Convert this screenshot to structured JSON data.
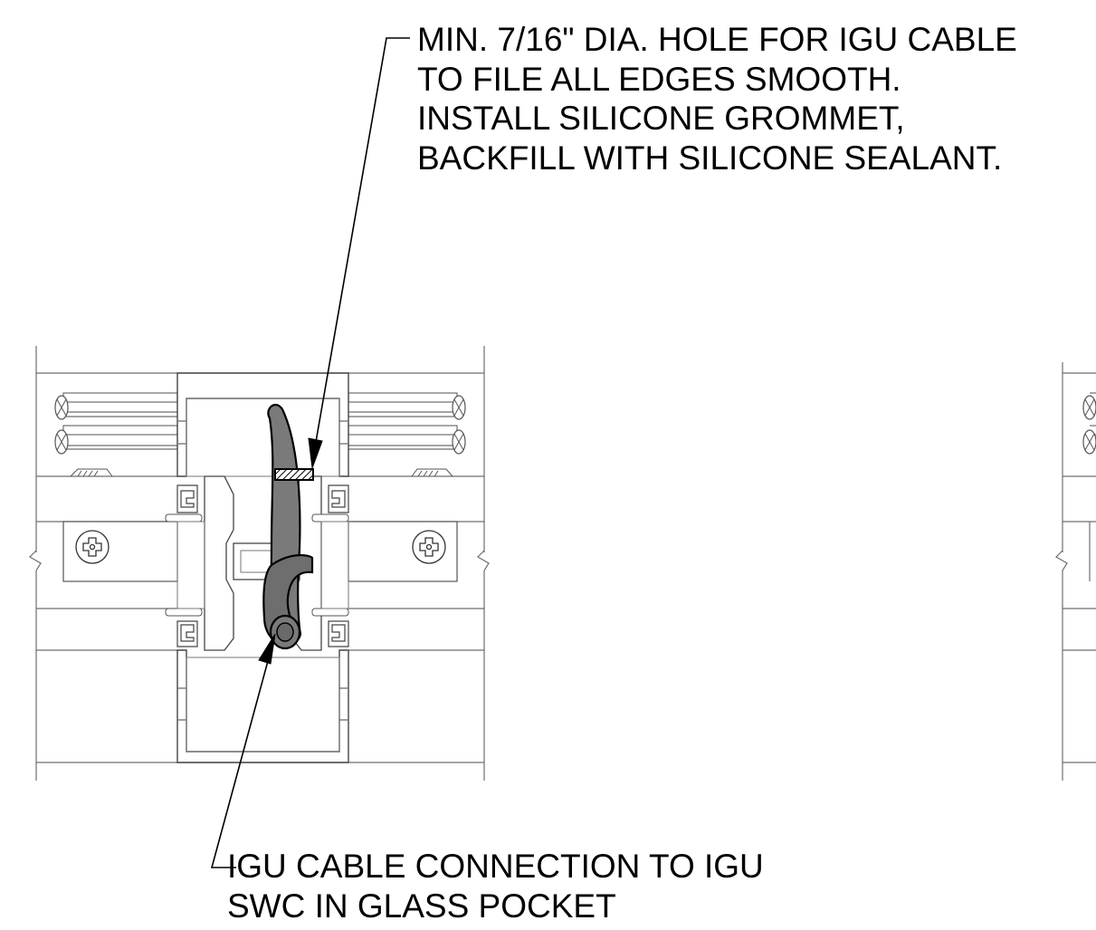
{
  "callouts": {
    "top": {
      "lines": [
        "MIN. 7/16\" DIA. HOLE FOR IGU CABLE",
        "TO FILE ALL EDGES SMOOTH.",
        "INSTALL SILICONE GROMMET,",
        "BACKFILL WITH SILICONE SEALANT."
      ]
    },
    "bottom": {
      "lines": [
        "IGU CABLE CONNECTION TO IGU",
        "SWC IN GLASS POCKET"
      ]
    }
  },
  "colors": {
    "linework": "#000000",
    "thin_line": "#6e6e6e",
    "cable_fill": "#7a7a7a",
    "grommet_fill": "#3a3a3a",
    "background": "#ffffff"
  },
  "icons": {
    "screw_head": "phillips-screw-icon",
    "break_mark": "break-line-icon"
  }
}
